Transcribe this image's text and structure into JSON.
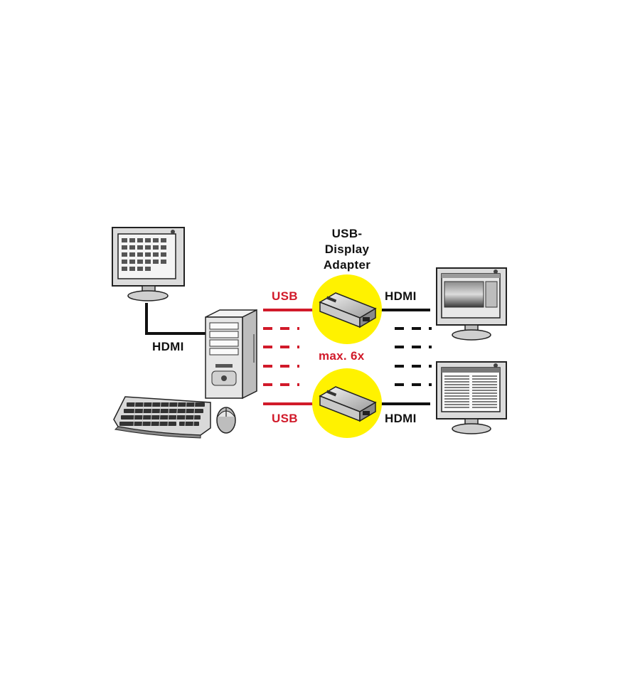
{
  "diagram": {
    "title_lines": [
      "USB-",
      "Display",
      "Adapter"
    ],
    "left_connection_label": "HDMI",
    "top_usb_label": "USB",
    "top_hdmi_label": "HDMI",
    "max_label": "max. 6x",
    "bottom_usb_label": "USB",
    "bottom_hdmi_label": "HDMI"
  },
  "colors": {
    "usb_line": "#d11a2a",
    "hdmi_line": "#111111",
    "adapter_circle": "#fff200"
  },
  "icons": [
    "monitor-icon",
    "pc-tower-icon",
    "keyboard-icon",
    "mouse-icon",
    "usb-adapter-icon"
  ]
}
